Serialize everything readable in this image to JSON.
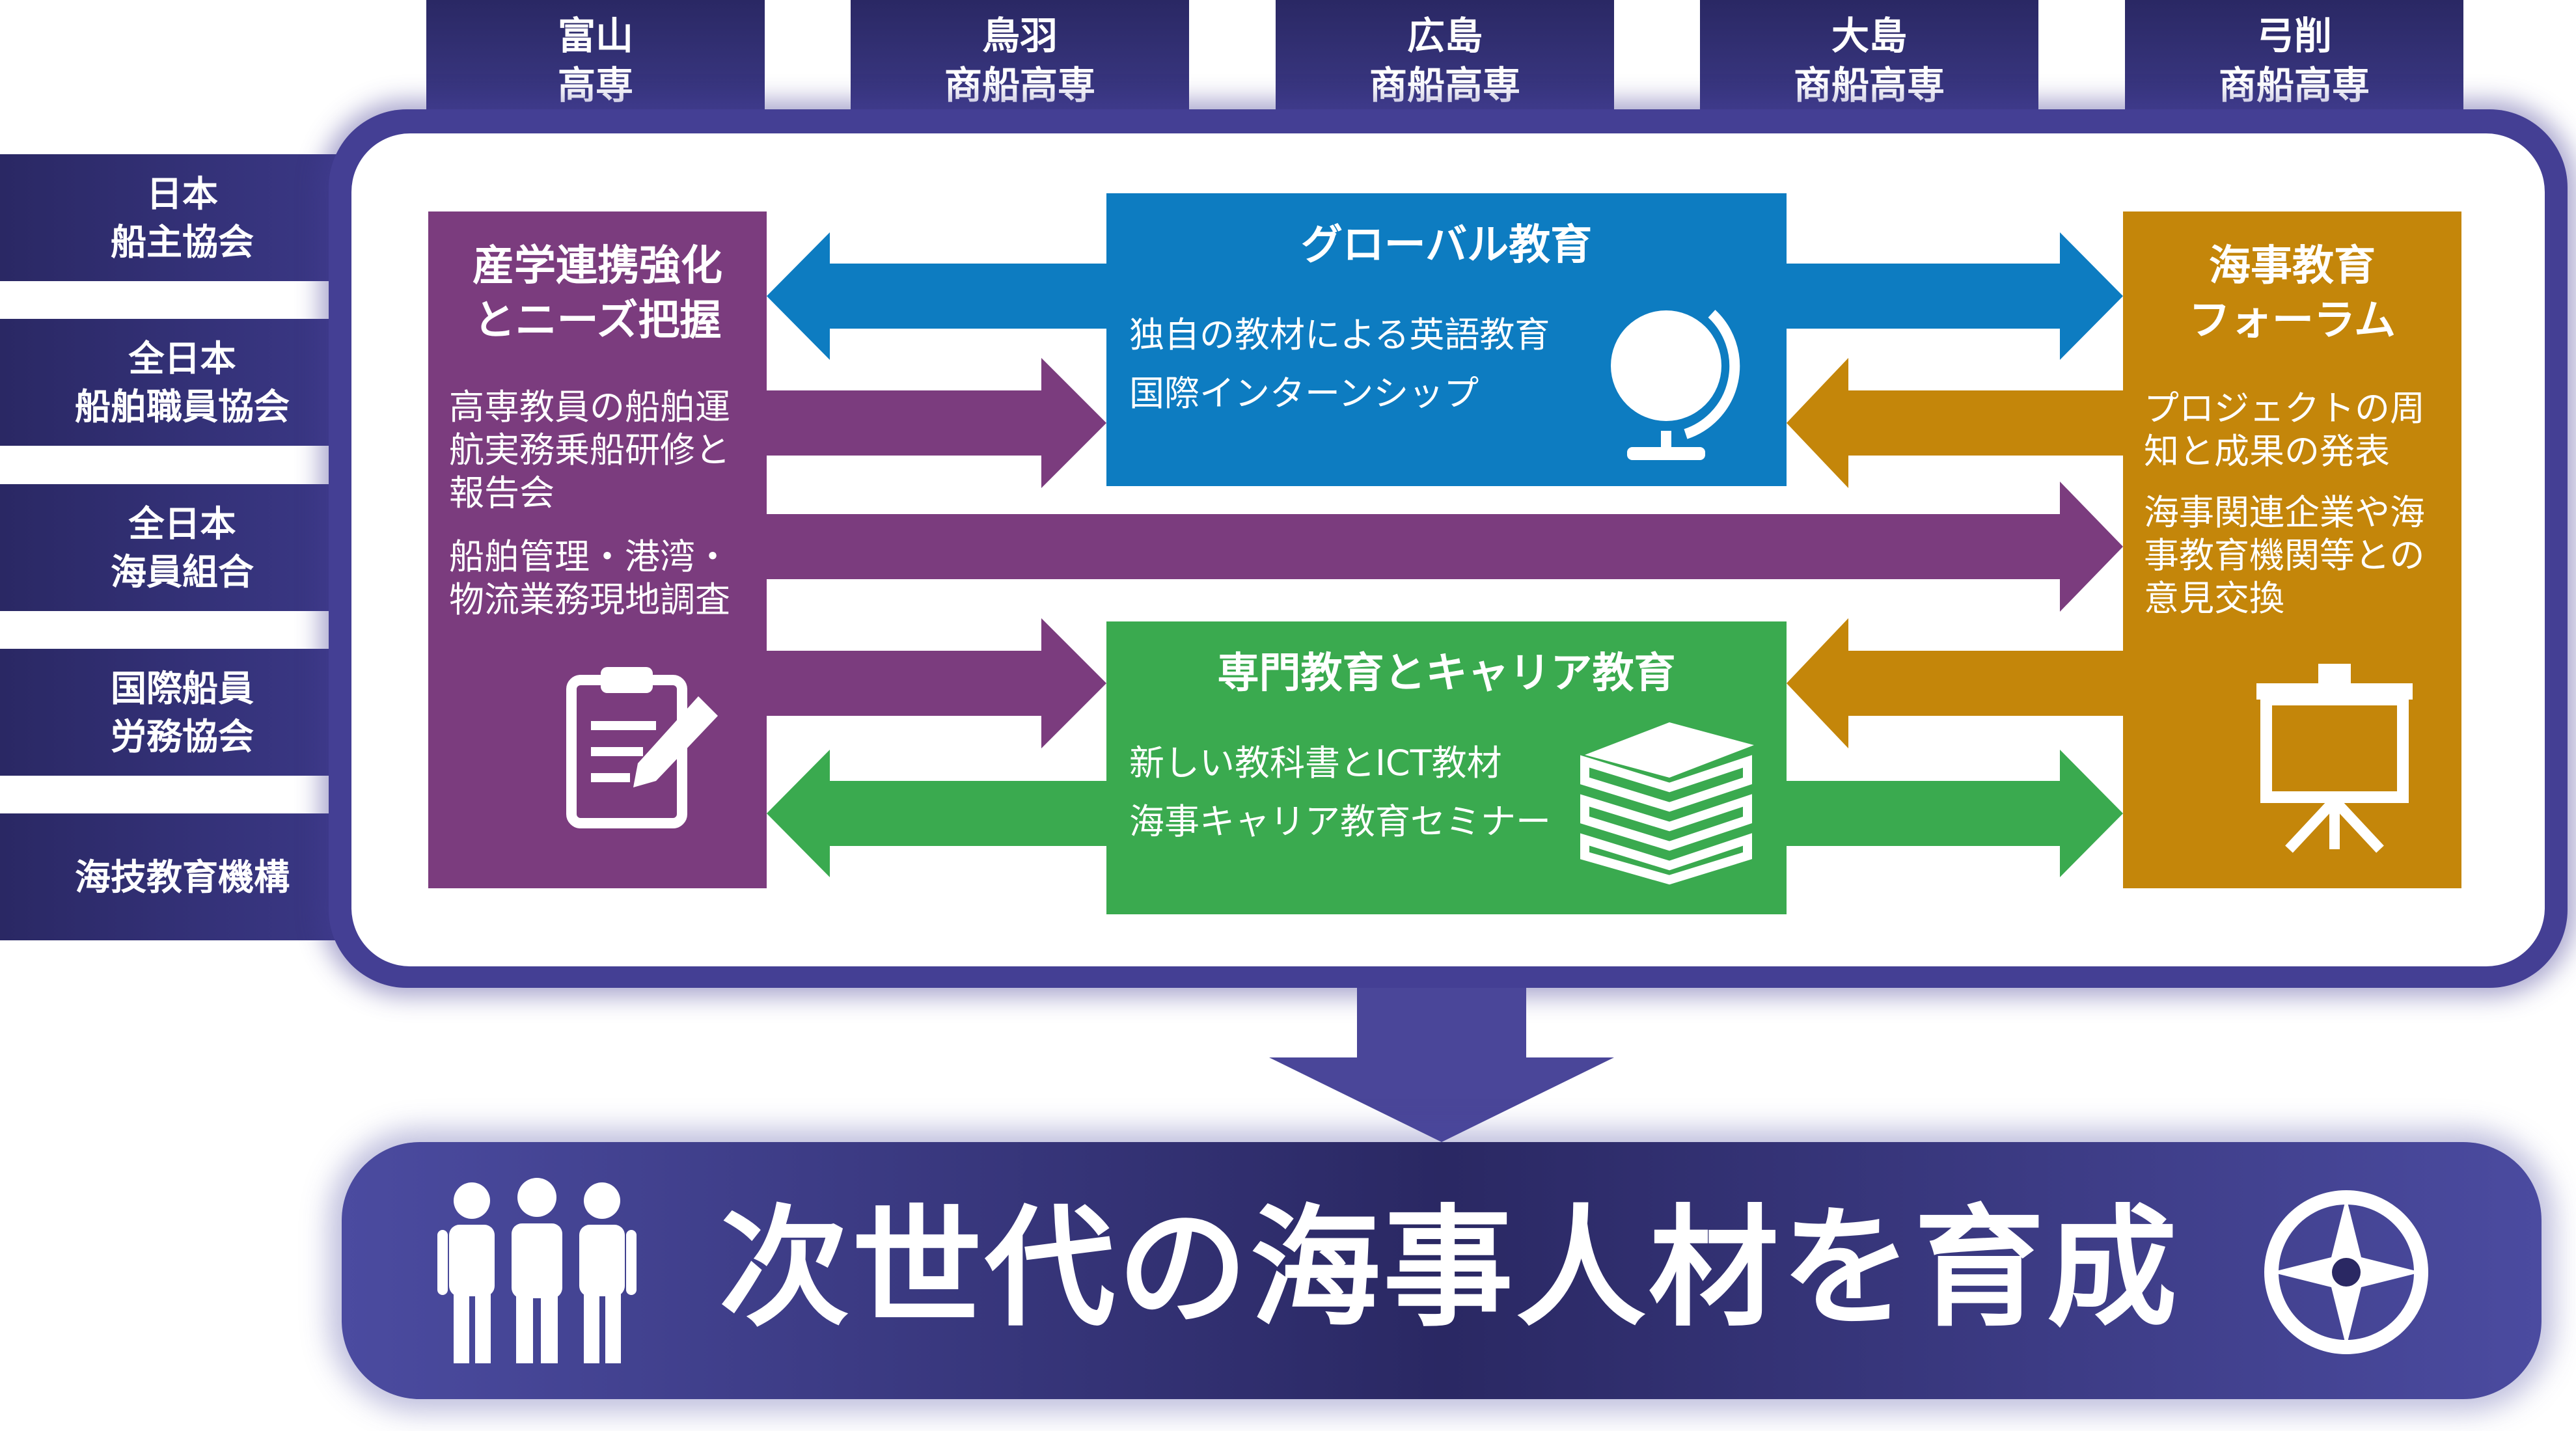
{
  "schools": [
    {
      "line1": "富山",
      "line2": "高専"
    },
    {
      "line1": "鳥羽",
      "line2": "商船高専"
    },
    {
      "line1": "広島",
      "line2": "商船高専"
    },
    {
      "line1": "大島",
      "line2": "商船高専"
    },
    {
      "line1": "弓削",
      "line2": "商船高専"
    }
  ],
  "associations": [
    {
      "line1": "日本",
      "line2": "船主協会"
    },
    {
      "line1": "全日本",
      "line2": "船舶職員協会"
    },
    {
      "line1": "全日本",
      "line2": "海員組合"
    },
    {
      "line1": "国際船員",
      "line2": "労務協会"
    },
    {
      "line1": "海技教育機構",
      "line2": ""
    }
  ],
  "industry_box": {
    "title1": "産学連携強化",
    "title2": "とニーズ把握",
    "text1": [
      "高専教員の船舶運",
      "航実務乗船研修と",
      "報告会"
    ],
    "text2": [
      "船舶管理・港湾・",
      "物流業務現地調査"
    ],
    "icon": "clipboard-icon"
  },
  "global_box": {
    "title": "グローバル教育",
    "items": [
      "独自の教材による英語教育",
      "国際インターンシップ"
    ],
    "icon": "globe-icon"
  },
  "career_box": {
    "title": "専門教育とキャリア教育",
    "items": [
      "新しい教科書とICT教材",
      "海事キャリア教育セミナー"
    ],
    "icon": "books-icon"
  },
  "forum_box": {
    "title1": "海事教育",
    "title2": "フォーラム",
    "text1": [
      "プロジェクトの周",
      "知と成果の発表"
    ],
    "text2": [
      "海事関連企業や海",
      "事教育機関等との",
      "意見交換"
    ],
    "icon": "presentation-board-icon"
  },
  "banner": {
    "title": "次世代の海事人材を育成",
    "left_icon": "people-icon",
    "right_icon": "compass-icon"
  },
  "colors": {
    "navy": "#2b2966",
    "frame": "#443f94",
    "purple": "#7b3c7e",
    "blue": "#0d7cc1",
    "green": "#3aaa4f",
    "orange": "#c4860a"
  }
}
